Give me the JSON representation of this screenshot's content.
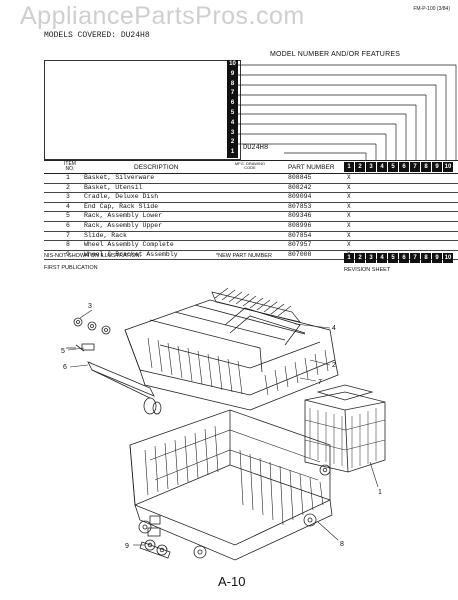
{
  "watermark": "AppliancePartsPros.com",
  "form_no": "FM-P-100 (3/84)",
  "models_covered": "MODELS COVERED: DU24H8",
  "model_features_title": "MODEL NUMBER AND/OR FEATURES",
  "feature_numbers": [
    "10",
    "9",
    "8",
    "7",
    "6",
    "5",
    "4",
    "3",
    "2",
    "1"
  ],
  "model_label": "DU24H8",
  "table": {
    "headers": {
      "item": "ITEM NO.",
      "description": "DESCRIPTION",
      "mfg": "MFG. DRAWING CODE",
      "part": "PART NUMBER"
    },
    "model_cols": [
      "1",
      "2",
      "3",
      "4",
      "5",
      "6",
      "7",
      "8",
      "9",
      "10"
    ],
    "rows": [
      {
        "no": "1",
        "desc": "Basket, Silverware",
        "part": "808845",
        "mark": "X"
      },
      {
        "no": "2",
        "desc": "Basket, Utensil",
        "part": "808242",
        "mark": "X"
      },
      {
        "no": "3",
        "desc": "Cradle, Deluxe Dish",
        "part": "809094",
        "mark": "X"
      },
      {
        "no": "4",
        "desc": "End Cap, Rack Slide",
        "part": "807853",
        "mark": "X"
      },
      {
        "no": "5",
        "desc": "Rack, Assembly Lower",
        "part": "809346",
        "mark": "X"
      },
      {
        "no": "6",
        "desc": "Rack, Assembly Upper",
        "part": "808996",
        "mark": "X"
      },
      {
        "no": "7",
        "desc": "Slide, Rack",
        "part": "807854",
        "mark": "X"
      },
      {
        "no": "8",
        "desc": "Wheel Assembly Complete",
        "part": "807957",
        "mark": "X"
      },
      {
        "no": "9",
        "desc": "Wheel & Bracket Assembly",
        "part": "807008",
        "mark": "X"
      }
    ]
  },
  "nis_note": "NIS-NOT SHOWN ON ILLUSTRATION.",
  "new_part_note": "*NEW PART NUMBER",
  "first_publication": "FIRST PUBLICATION",
  "revision_sheet": "REVISION SHEET",
  "callouts": [
    "3",
    "5",
    "6",
    "4",
    "2",
    "7",
    "1",
    "9",
    "8"
  ],
  "page_label": "A-10"
}
